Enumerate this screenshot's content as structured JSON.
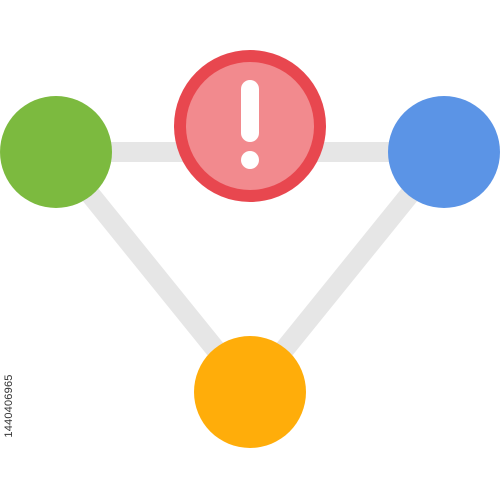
{
  "image_id_text": "1440406965",
  "nodes": {
    "left": {
      "icon": "circle-node",
      "color": "#7cba3f"
    },
    "right": {
      "icon": "circle-node",
      "color": "#5b94e6"
    },
    "bottom": {
      "icon": "circle-node",
      "color": "#ffad0a"
    },
    "alert": {
      "icon": "exclamation-icon",
      "fill": "#f28a8e",
      "ring": "#e8474f",
      "glyph": "#ffffff"
    }
  },
  "connector_color": "#e6e6e6"
}
